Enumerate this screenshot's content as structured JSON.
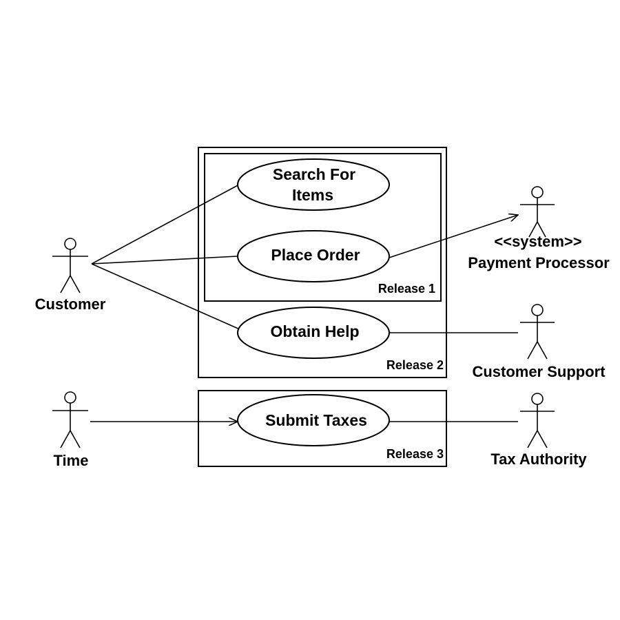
{
  "releases": {
    "r1": "Release 1",
    "r2": "Release 2",
    "r3": "Release 3"
  },
  "use_cases": {
    "search_line1": "Search For",
    "search_line2": "Items",
    "place_order": "Place Order",
    "obtain_help": "Obtain Help",
    "submit_taxes": "Submit Taxes"
  },
  "actors": {
    "customer": "Customer",
    "payment_stereotype": "<<system>>",
    "payment_processor": "Payment Processor",
    "customer_support": "Customer Support",
    "time": "Time",
    "tax_authority": "Tax Authority"
  }
}
